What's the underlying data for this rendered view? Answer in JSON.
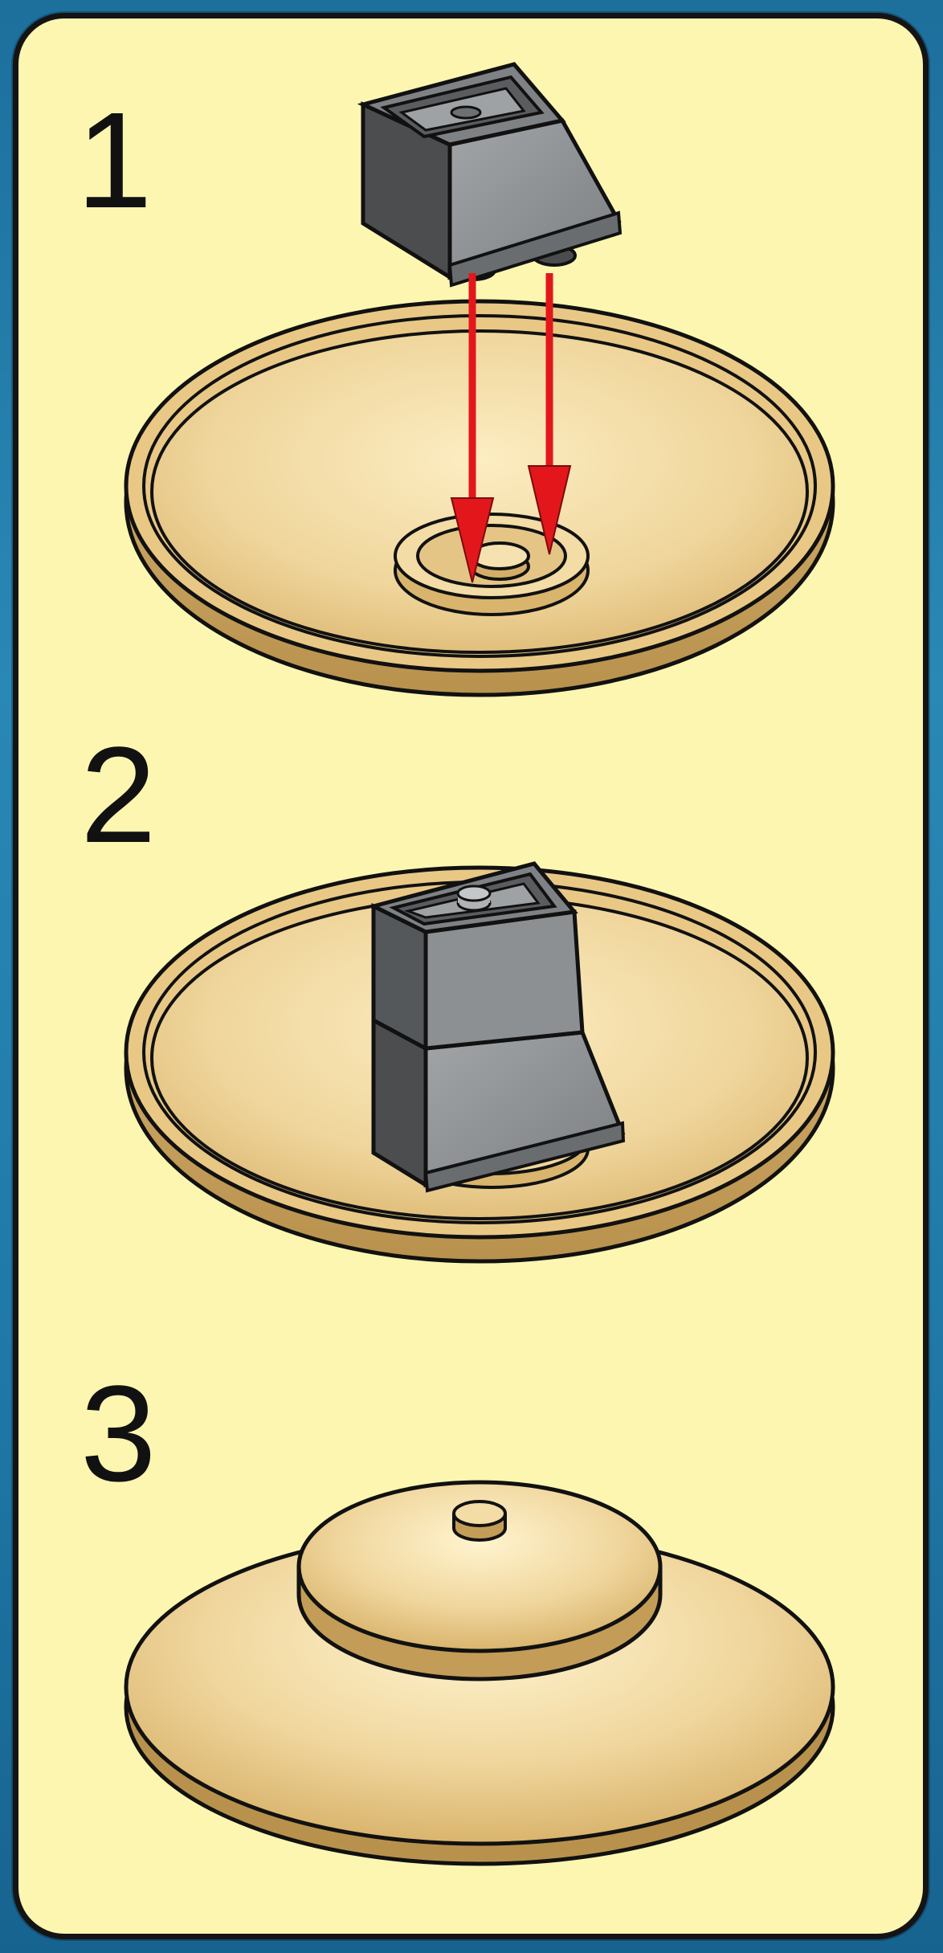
{
  "steps": [
    {
      "number": "1"
    },
    {
      "number": "2"
    },
    {
      "number": "3"
    }
  ],
  "colors": {
    "panel": "#fdf6b0",
    "plate": "#e8c983",
    "plate_edge": "#b8924d",
    "brick": "#8e9194",
    "brick_dark": "#4a4c4e",
    "arrow": "#e3171b"
  },
  "icons": {
    "arrow": "arrow-down-icon"
  }
}
